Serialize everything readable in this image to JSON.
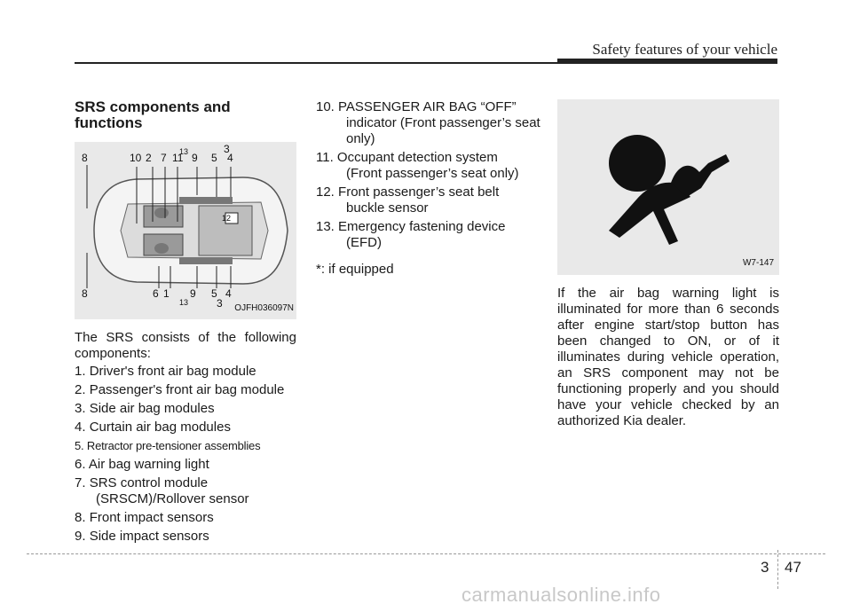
{
  "header": {
    "title": "Safety features of your vehicle"
  },
  "section": {
    "title": "SRS components and functions"
  },
  "figure": {
    "code": "OJFH036097N",
    "callouts": [
      "8",
      "10",
      "2",
      "7",
      "11",
      "13",
      "9",
      "5",
      "3",
      "4",
      "12",
      "8",
      "6",
      "1",
      "9",
      "5",
      "4",
      "13",
      "3"
    ]
  },
  "intro": "The SRS consists of the following components:",
  "components": [
    {
      "num": "1.",
      "text": "Driver's front air bag module"
    },
    {
      "num": "2.",
      "text": "Passenger's front air bag module"
    },
    {
      "num": "3.",
      "text": "Side air bag modules"
    },
    {
      "num": "4.",
      "text": "Curtain air bag modules"
    },
    {
      "num": "5.",
      "text": "Retractor pre-tensioner assemblies"
    },
    {
      "num": "6.",
      "text": "Air bag warning light"
    },
    {
      "num": "7.",
      "text": "SRS control module",
      "cont": "(SRSCM)/Rollover sensor"
    },
    {
      "num": "8.",
      "text": "Front impact sensors"
    },
    {
      "num": "9.",
      "text": "Side impact sensors"
    },
    {
      "num": "10.",
      "text": "PASSENGER AIR BAG “OFF”",
      "cont": "indicator (Front passenger’s seat only)"
    },
    {
      "num": "11.",
      "text": "Occupant detection system",
      "cont": "(Front passenger’s seat only)"
    },
    {
      "num": "12.",
      "text": "Front passenger’s seat belt",
      "cont": "buckle sensor"
    },
    {
      "num": "13.",
      "text": "Emergency fastening device",
      "cont": "(EFD)"
    }
  ],
  "footnote": "*: if equipped",
  "warning_figure": {
    "code": "W7-147"
  },
  "warning_text": "If the air bag warning light is illuminated for more than 6 seconds after engine start/stop button has been changed to ON, or of it illuminates during vehicle operation, an SRS component may not be functioning properly and you should have your vehicle checked by an authorized Kia dealer.",
  "page": {
    "chapter": "3",
    "number": "47"
  },
  "watermark": "carmanualsonline.info"
}
